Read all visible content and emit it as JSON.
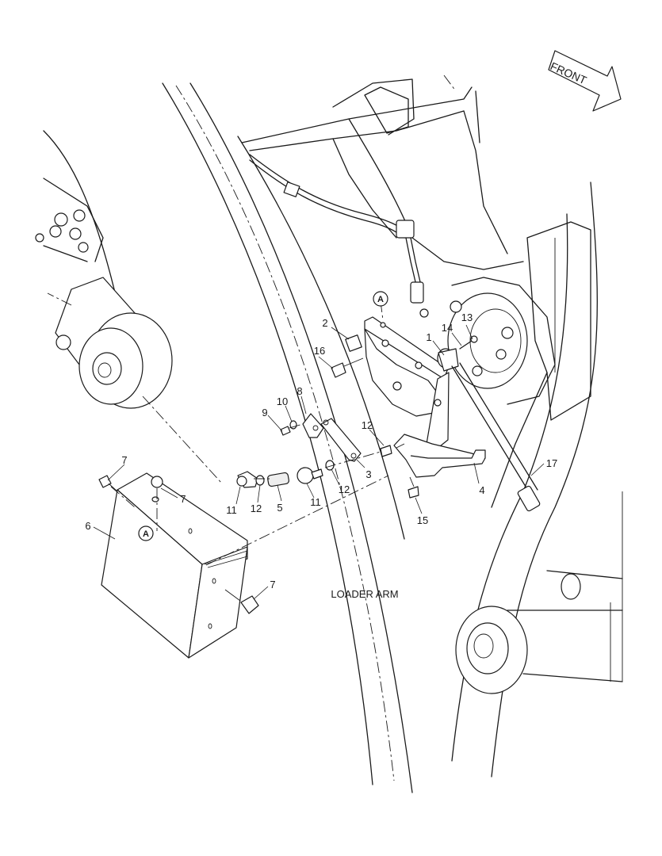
{
  "diagram": {
    "front_label": "FRONT",
    "area_label": "LOADER ARM",
    "callout_ref": "A",
    "callouts": [
      {
        "id": "c1",
        "text": "1"
      },
      {
        "id": "c2",
        "text": "2"
      },
      {
        "id": "c3",
        "text": "3"
      },
      {
        "id": "c4",
        "text": "4"
      },
      {
        "id": "c5",
        "text": "5"
      },
      {
        "id": "c6",
        "text": "6"
      },
      {
        "id": "c7a",
        "text": "7"
      },
      {
        "id": "c7b",
        "text": "7"
      },
      {
        "id": "c7c",
        "text": "7"
      },
      {
        "id": "c8",
        "text": "8"
      },
      {
        "id": "c9",
        "text": "9"
      },
      {
        "id": "c10",
        "text": "10"
      },
      {
        "id": "c11a",
        "text": "11"
      },
      {
        "id": "c11b",
        "text": "11"
      },
      {
        "id": "c12a",
        "text": "12"
      },
      {
        "id": "c12b",
        "text": "12"
      },
      {
        "id": "c12c",
        "text": "12"
      },
      {
        "id": "c13",
        "text": "13"
      },
      {
        "id": "c14",
        "text": "14"
      },
      {
        "id": "c15",
        "text": "15"
      },
      {
        "id": "c16",
        "text": "16"
      },
      {
        "id": "c17",
        "text": "17"
      }
    ]
  }
}
